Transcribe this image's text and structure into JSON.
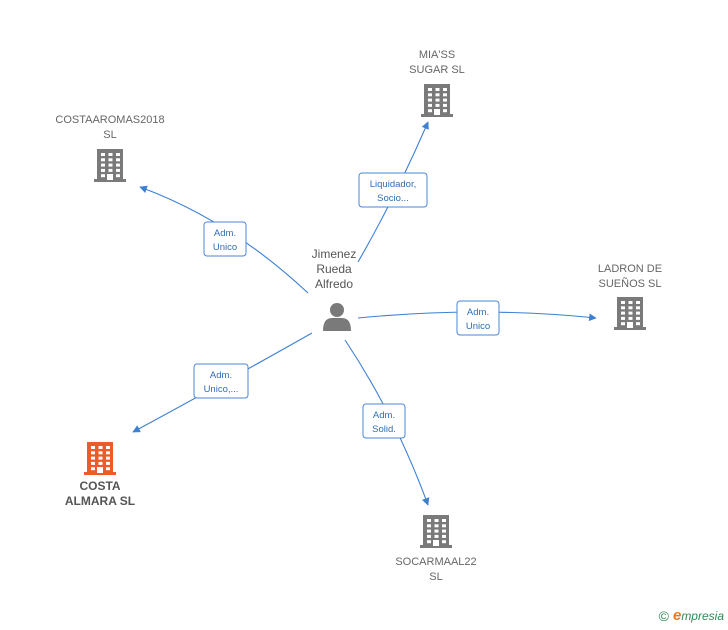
{
  "person": {
    "name_lines": [
      "Jimenez",
      "Rueda",
      "Alfredo"
    ],
    "icon": "person-icon"
  },
  "companies": [
    {
      "key": "mias",
      "label_lines": [
        "MIA'SS",
        "SUGAR  SL"
      ],
      "color": "#7a7a7a",
      "icon": "building-icon"
    },
    {
      "key": "costaaromas",
      "label_lines": [
        "COSTAAROMAS2018",
        "SL"
      ],
      "color": "#7a7a7a",
      "icon": "building-icon"
    },
    {
      "key": "ladron",
      "label_lines": [
        "LADRON DE",
        "SUEÑOS SL"
      ],
      "color": "#7a7a7a",
      "icon": "building-icon"
    },
    {
      "key": "costaalmara",
      "label_lines": [
        "COSTA",
        "ALMARA  SL"
      ],
      "color": "#f05a28",
      "icon": "building-icon"
    },
    {
      "key": "socarmaal",
      "label_lines": [
        "SOCARMAAL22",
        "SL"
      ],
      "color": "#7a7a7a",
      "icon": "building-icon"
    }
  ],
  "edges": [
    {
      "to": "mias",
      "label_lines": [
        "Liquidador,",
        "Socio..."
      ]
    },
    {
      "to": "costaaromas",
      "label_lines": [
        "Adm.",
        "Unico"
      ]
    },
    {
      "to": "ladron",
      "label_lines": [
        "Adm.",
        "Unico"
      ]
    },
    {
      "to": "costaalmara",
      "label_lines": [
        "Adm.",
        "Unico,..."
      ]
    },
    {
      "to": "socarmaal",
      "label_lines": [
        "Adm.",
        "Solid."
      ]
    }
  ],
  "colors": {
    "edge": "#3d7fd1",
    "highlight": "#f05a28",
    "neutral": "#7a7a7a"
  },
  "footer": {
    "copyright": "©",
    "brand_initial": "e",
    "brand_rest": "mpresia"
  }
}
